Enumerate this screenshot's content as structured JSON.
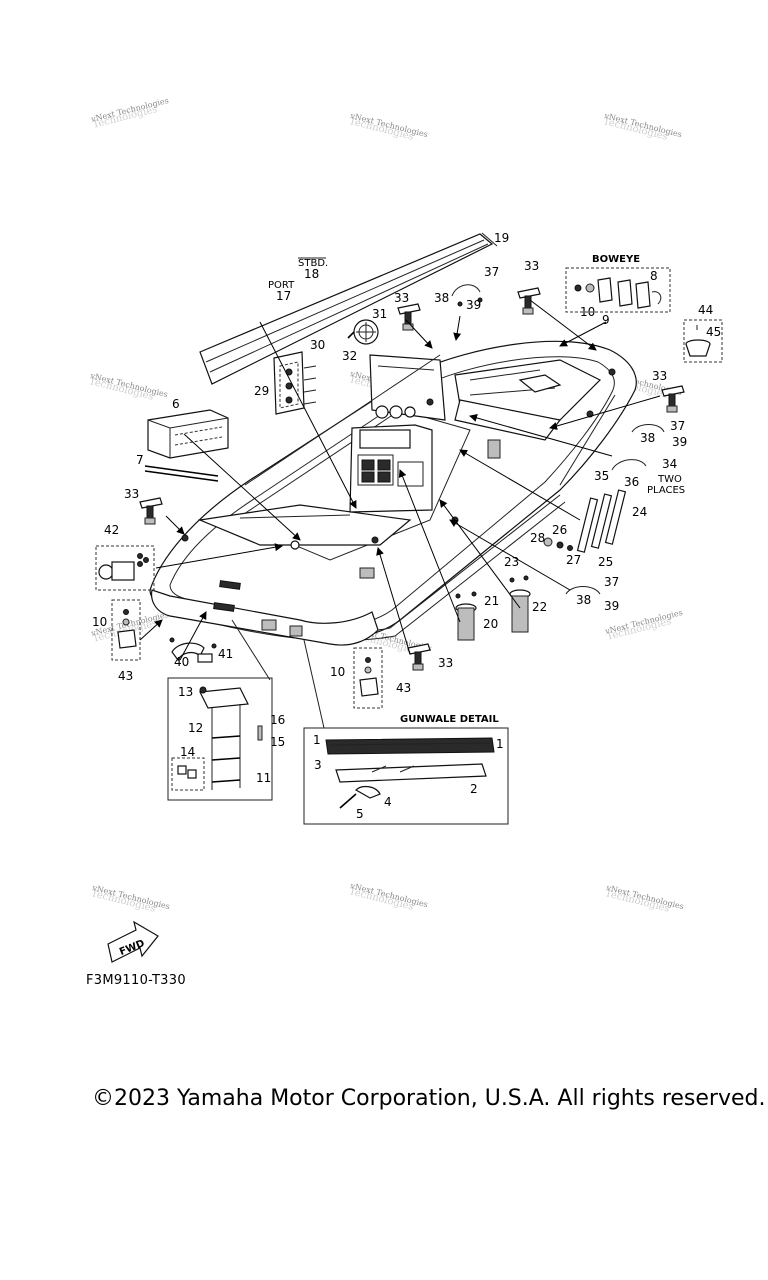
{
  "watermark": "vNext Technologies",
  "watermark_bg": "Technologies",
  "headings": {
    "stbd": "STBD.",
    "port": "PORT",
    "boweye": "BOWEYE",
    "two_places": "TWO\nPLACES",
    "gunwale_detail": "GUNWALE DETAIL",
    "fwd": "FWD"
  },
  "callouts": [
    "1",
    "2",
    "3",
    "4",
    "5",
    "6",
    "7",
    "8",
    "9",
    "10",
    "11",
    "12",
    "13",
    "14",
    "15",
    "16",
    "17",
    "18",
    "19",
    "20",
    "21",
    "22",
    "23",
    "24",
    "25",
    "26",
    "27",
    "28",
    "29",
    "30",
    "31",
    "32",
    "33",
    "34",
    "35",
    "36",
    "37",
    "38",
    "39",
    "40",
    "41",
    "42",
    "43",
    "44",
    "45"
  ],
  "part_code": "F3M9110-T330",
  "copyright": "©2023 Yamaha Motor Corporation, U.S.A. All rights reserved."
}
